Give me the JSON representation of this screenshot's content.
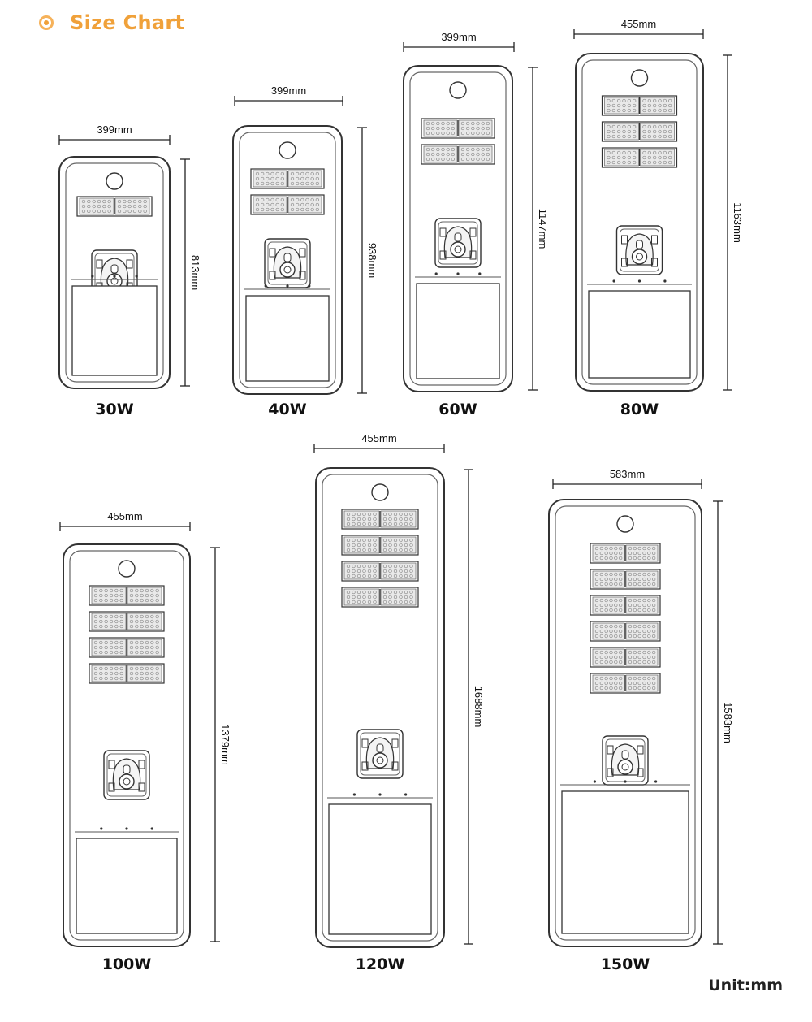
{
  "header": {
    "title": "Size Chart",
    "bullet_icon": "orange-bullet-icon",
    "accent_color": "#f0a13a"
  },
  "unit_label": "Unit:mm",
  "colors": {
    "outline": "#555555",
    "frame": "#666666",
    "led_cell": "#8a8a8a"
  },
  "models": [
    {
      "id": "30w",
      "label": "30W",
      "width_text": "399mm",
      "height_text": "813mm",
      "led_rows": 1
    },
    {
      "id": "40w",
      "label": "40W",
      "width_text": "399mm",
      "height_text": "938mm",
      "led_rows": 2
    },
    {
      "id": "60w",
      "label": "60W",
      "width_text": "399mm",
      "height_text": "1147mm",
      "led_rows": 2
    },
    {
      "id": "80w",
      "label": "80W",
      "width_text": "455mm",
      "height_text": "1163mm",
      "led_rows": 3
    },
    {
      "id": "100w",
      "label": "100W",
      "width_text": "455mm",
      "height_text": "1379mm",
      "led_rows": 4
    },
    {
      "id": "120w",
      "label": "120W",
      "width_text": "455mm",
      "height_text": "1688mm",
      "led_rows": 4
    },
    {
      "id": "150w",
      "label": "150W",
      "width_text": "583mm",
      "height_text": "1583mm",
      "led_rows": 6
    }
  ]
}
